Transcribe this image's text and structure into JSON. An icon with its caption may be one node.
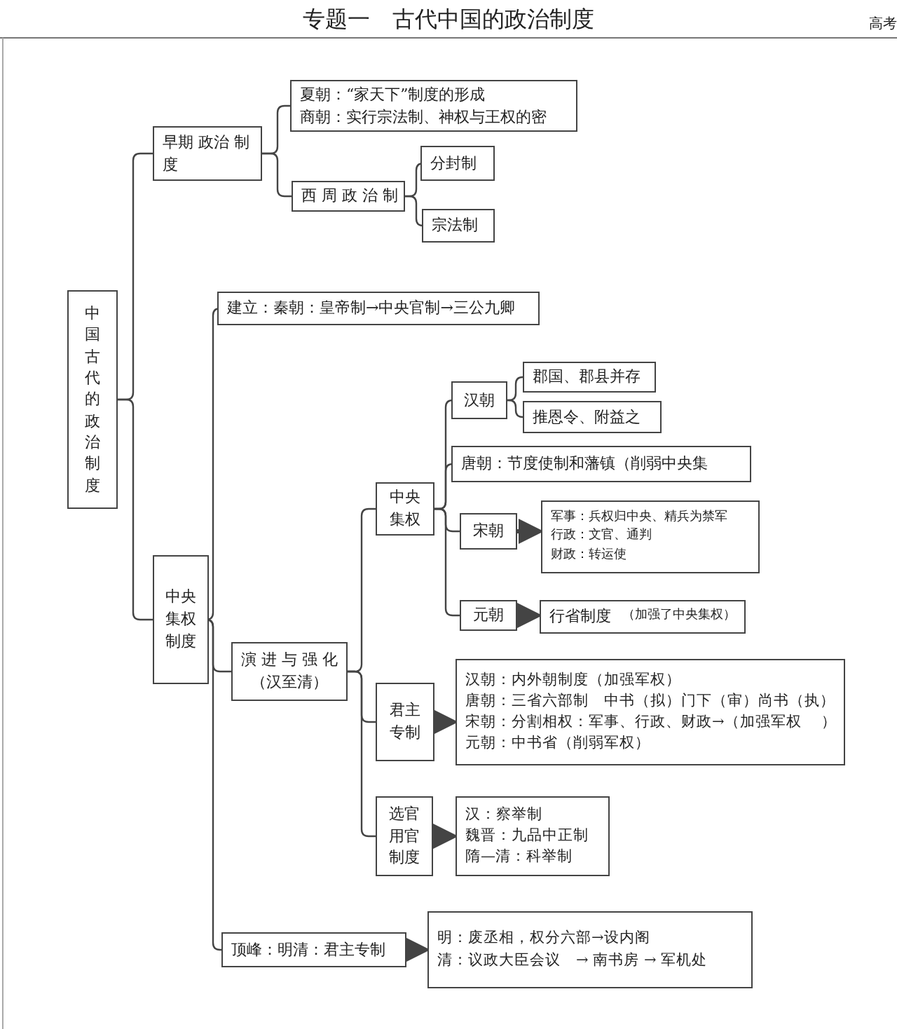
{
  "diagram": {
    "title": "专题一　古代中国的政治制度",
    "nodes": [
      {
        "text": [
          "中国古代的政治制度"
        ]
      },
      {
        "text": [
          "早期 政治 制度"
        ]
      },
      {
        "text": [
          "夏朝：“家天下”制度的形成",
          "商朝：实行宗法制、神权与王权的密"
        ]
      },
      {
        "text": [
          "西 周 政 治 制"
        ]
      },
      {
        "text": [
          "分封制"
        ]
      },
      {
        "text": [
          "宗法制"
        ]
      },
      {
        "text": [
          "中央集权制度"
        ]
      },
      {
        "text": [
          "建立：秦朝：皇帝制→中央官制→三公九卿"
        ]
      },
      {
        "text": [
          "演 进 与 强 化",
          "（汉至清）"
        ]
      },
      {
        "text": [
          "中央集权"
        ]
      },
      {
        "text": [
          "汉朝"
        ]
      },
      {
        "text": [
          "郡国、郡县并存"
        ]
      },
      {
        "text": [
          "推恩令、附益之"
        ]
      },
      {
        "text": [
          "唐朝：节度使制和藩镇（削弱中央集"
        ]
      },
      {
        "text": [
          "宋朝"
        ]
      },
      {
        "text": [
          "军事：兵权归中央、精兵为禁军",
          "行政：文官、通判",
          "财政：转运使"
        ]
      },
      {
        "text": [
          "元朝"
        ]
      },
      {
        "text": [
          "行省制度",
          "（加强了中央集权）"
        ]
      },
      {
        "text": [
          "君主专制"
        ]
      },
      {
        "text": [
          "汉朝：内外朝制度（加强军权）",
          "唐朝：三省六部制　中书（拟）门下（审）尚书（执）",
          "宋朝：分割相权：军事、行政、财政→（加强军权　 ）",
          "元朝：中书省（削弱军权）"
        ]
      },
      {
        "text": [
          "选官用官制度"
        ]
      },
      {
        "text": [
          "汉：察举制",
          "魏晋：九品中正制",
          "隋—清：科举制"
        ]
      },
      {
        "text": [
          "顶峰：明清：君主专制"
        ]
      },
      {
        "text": [
          "明：废丞相，权分六部→设内阁",
          "清：议政大臣会议　→ 南书房 → 军机处"
        ]
      }
    ],
    "edges": [
      {
        "from": 0,
        "to": 1,
        "arrow": "none"
      },
      {
        "from": 0,
        "to": 6,
        "arrow": "none"
      },
      {
        "from": 1,
        "to": 2,
        "arrow": "none"
      },
      {
        "from": 1,
        "to": 3,
        "arrow": "none"
      },
      {
        "from": 3,
        "to": 4,
        "arrow": "none"
      },
      {
        "from": 3,
        "to": 5,
        "arrow": "none"
      },
      {
        "from": 6,
        "to": 7,
        "arrow": "none"
      },
      {
        "from": 6,
        "to": 8,
        "arrow": "none"
      },
      {
        "from": 6,
        "to": 22,
        "arrow": "none"
      },
      {
        "from": 8,
        "to": 9,
        "arrow": "none"
      },
      {
        "from": 8,
        "to": 18,
        "arrow": "none"
      },
      {
        "from": 8,
        "to": 20,
        "arrow": "none"
      },
      {
        "from": 9,
        "to": 10,
        "arrow": "none"
      },
      {
        "from": 9,
        "to": 13,
        "arrow": "none"
      },
      {
        "from": 9,
        "to": 14,
        "arrow": "none"
      },
      {
        "from": 9,
        "to": 16,
        "arrow": "none"
      },
      {
        "from": 10,
        "to": 11,
        "arrow": "none"
      },
      {
        "from": 10,
        "to": 12,
        "arrow": "none"
      },
      {
        "from": 14,
        "to": 15,
        "arrow": "to",
        "style": "thick"
      },
      {
        "from": 16,
        "to": 17,
        "arrow": "to",
        "style": "thick"
      },
      {
        "from": 18,
        "to": 19,
        "arrow": "to",
        "style": "thick"
      },
      {
        "from": 20,
        "to": 21,
        "arrow": "to",
        "style": "thick"
      },
      {
        "from": 22,
        "to": 23,
        "arrow": "to",
        "style": "thick"
      }
    ],
    "labels": [
      "高考"
    ]
  }
}
